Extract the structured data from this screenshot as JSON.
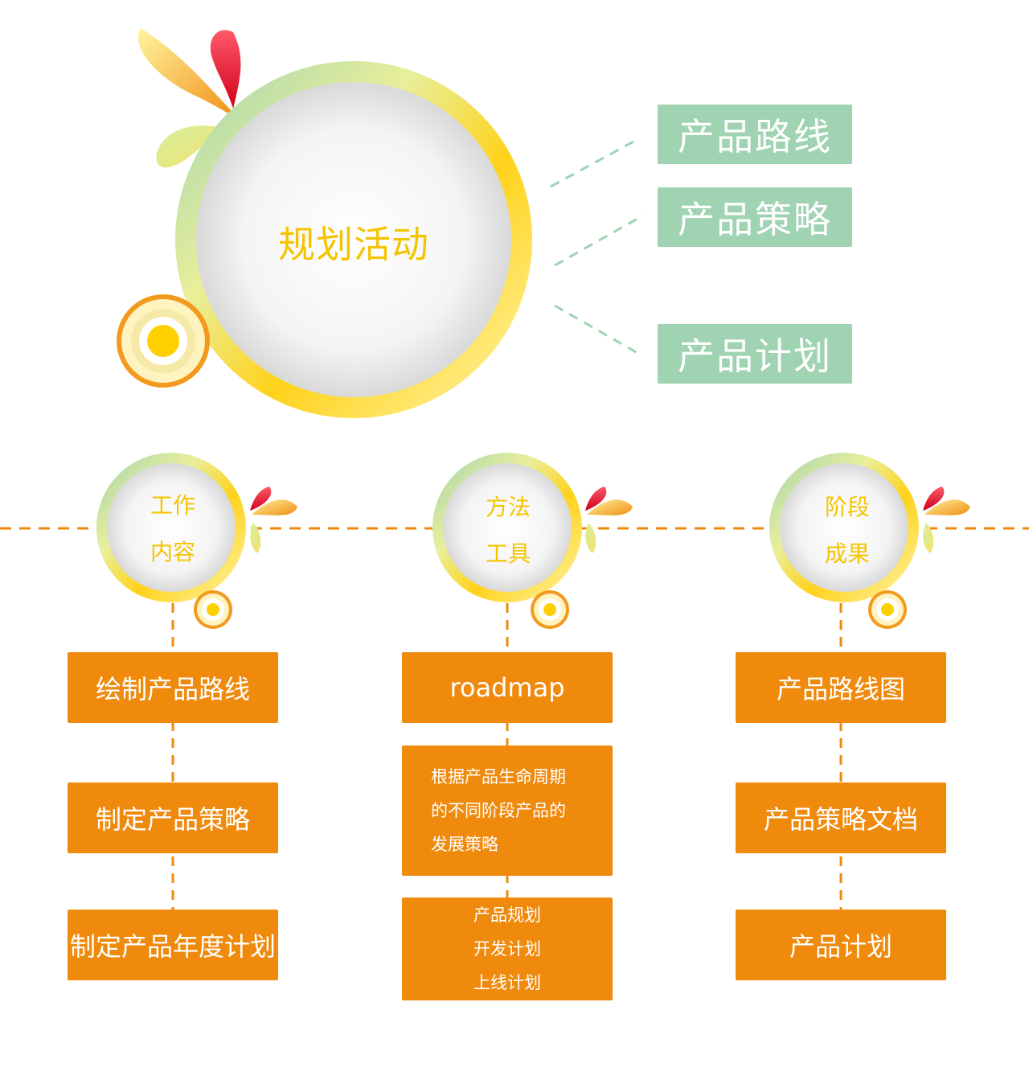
{
  "main": {
    "title": "规划活动"
  },
  "tags": [
    "产品路线",
    "产品策略",
    "产品计划"
  ],
  "columns": [
    {
      "label_lines": [
        "工作",
        "内容"
      ],
      "boxes": [
        "绘制产品路线",
        "制定产品策略",
        "制定产品年度计划"
      ]
    },
    {
      "label_lines": [
        "方法",
        "工具"
      ],
      "boxes": [
        "roadmap",
        "根据产品生命周期\n的不同阶段产品的\n发展策略",
        "产品规划\n开发计划\n上线计划"
      ]
    },
    {
      "label_lines": [
        "阶段",
        "成果"
      ],
      "boxes": [
        "产品路线图",
        "产品策略文档",
        "产品计划"
      ]
    }
  ],
  "colors": {
    "tag_green": "#9fd3b2",
    "box_orange": "#ef8a0d",
    "title_yellow": "#f5c400",
    "dash_orange": "#ef8a0d",
    "dash_green": "#9fd3b2"
  }
}
